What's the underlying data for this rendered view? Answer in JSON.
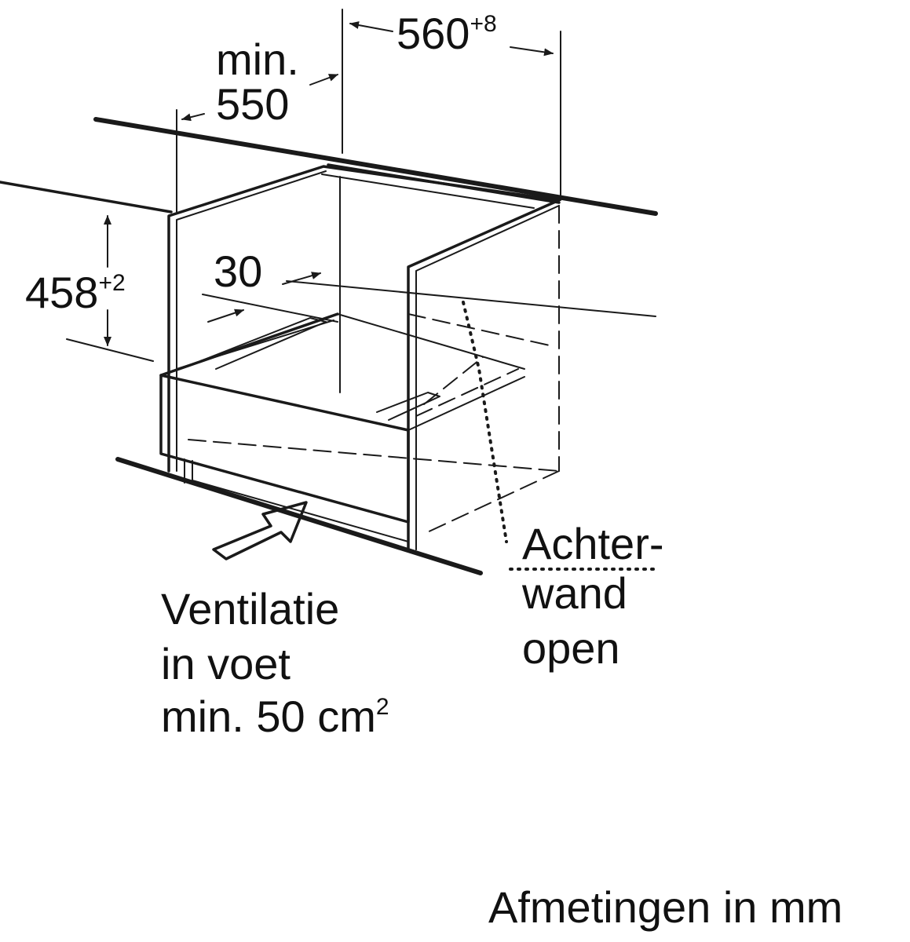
{
  "dimensions": {
    "width_label": "560",
    "width_tolerance": "+8",
    "depth_label_line1": "min.",
    "depth_label_line2": "550",
    "height_label": "458",
    "height_tolerance": "+2",
    "offset_label": "30"
  },
  "notes": {
    "ventilation_line1": "Ventilatie",
    "ventilation_line2": "in voet",
    "ventilation_line3": "min. 50 cm",
    "ventilation_sup": "2",
    "backwall_line1": "Achter-",
    "backwall_line2": "wand",
    "backwall_line3": "open"
  },
  "footer": {
    "units_caption": "Afmetingen in mm"
  },
  "colors": {
    "line": "#1a1a1a",
    "background": "#ffffff"
  }
}
